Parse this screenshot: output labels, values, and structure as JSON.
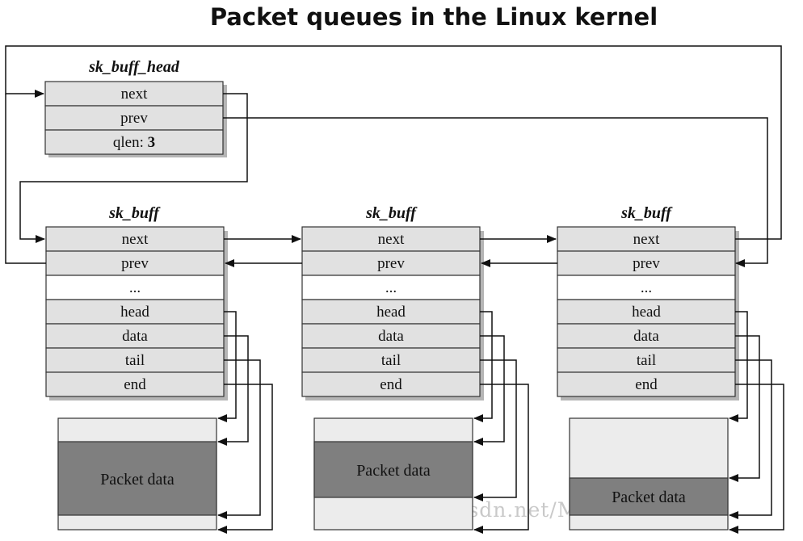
{
  "title": "Packet queues in the Linux kernel",
  "head": {
    "label": "sk_buff_head",
    "fields": [
      {
        "name": "next"
      },
      {
        "name": "prev"
      },
      {
        "name": "qlen:",
        "value": "3"
      }
    ]
  },
  "buffers": [
    {
      "label": "sk_buff",
      "fields": [
        "next",
        "prev",
        "...",
        "head",
        "data",
        "tail",
        "end"
      ],
      "packet_label": "Packet data"
    },
    {
      "label": "sk_buff",
      "fields": [
        "next",
        "prev",
        "...",
        "head",
        "data",
        "tail",
        "end"
      ],
      "packet_label": "Packet data"
    },
    {
      "label": "sk_buff",
      "fields": [
        "next",
        "prev",
        "...",
        "head",
        "data",
        "tail",
        "end"
      ],
      "packet_label": "Packet data"
    }
  ],
  "watermark": "http://blog.csdn.net/MyArrow"
}
